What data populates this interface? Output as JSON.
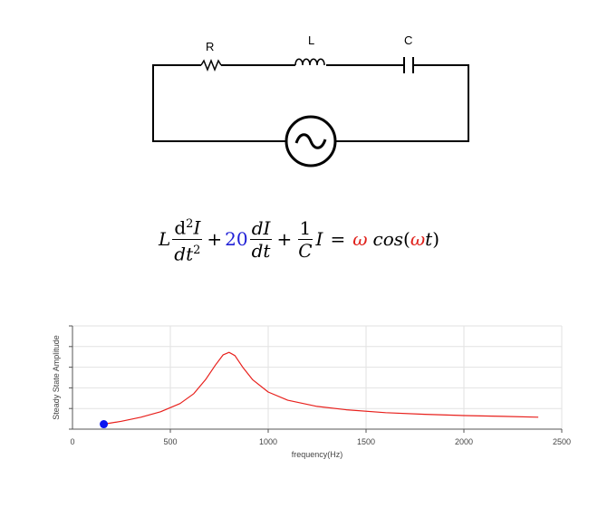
{
  "circuit": {
    "resistor_label": "R",
    "inductor_label": "L",
    "capacitor_label": "C",
    "source": "ac-voltage-source"
  },
  "equation": {
    "L": "L",
    "d2": "d",
    "sq": "2",
    "I1": "I",
    "dt": "dt",
    "plus1": "+",
    "coef": "20",
    "dI": "dI",
    "dt2": "dt",
    "plus2": "+",
    "one": "1",
    "C": "C",
    "I2": "I",
    "equals": "=",
    "omega": "ω",
    "cos": "cos",
    "open": "(",
    "omega2": "ω",
    "t": "t",
    "close": ")",
    "coef_color": "#1f1fd6",
    "omega_color": "#e0201a"
  },
  "chart_data": {
    "type": "line",
    "xlabel": "frequency(Hz)",
    "ylabel": "Steady State Amplitude",
    "xlim": [
      0,
      2500
    ],
    "xticks": [
      "0",
      "500",
      "1000",
      "1500",
      "2000",
      "2500"
    ],
    "grid": true,
    "series": [
      {
        "color": "#e8201c",
        "x": [
          160,
          250,
          350,
          450,
          550,
          620,
          680,
          730,
          770,
          800,
          830,
          870,
          920,
          1000,
          1100,
          1250,
          1400,
          1600,
          1800,
          2000,
          2200,
          2380
        ],
        "y": [
          0.12,
          0.19,
          0.29,
          0.42,
          0.62,
          0.86,
          1.2,
          1.55,
          1.8,
          1.86,
          1.78,
          1.5,
          1.2,
          0.9,
          0.7,
          0.55,
          0.47,
          0.4,
          0.36,
          0.33,
          0.31,
          0.29
        ]
      }
    ],
    "marker": {
      "x": 160,
      "y": 0.12,
      "color": "#0a14f0"
    }
  }
}
